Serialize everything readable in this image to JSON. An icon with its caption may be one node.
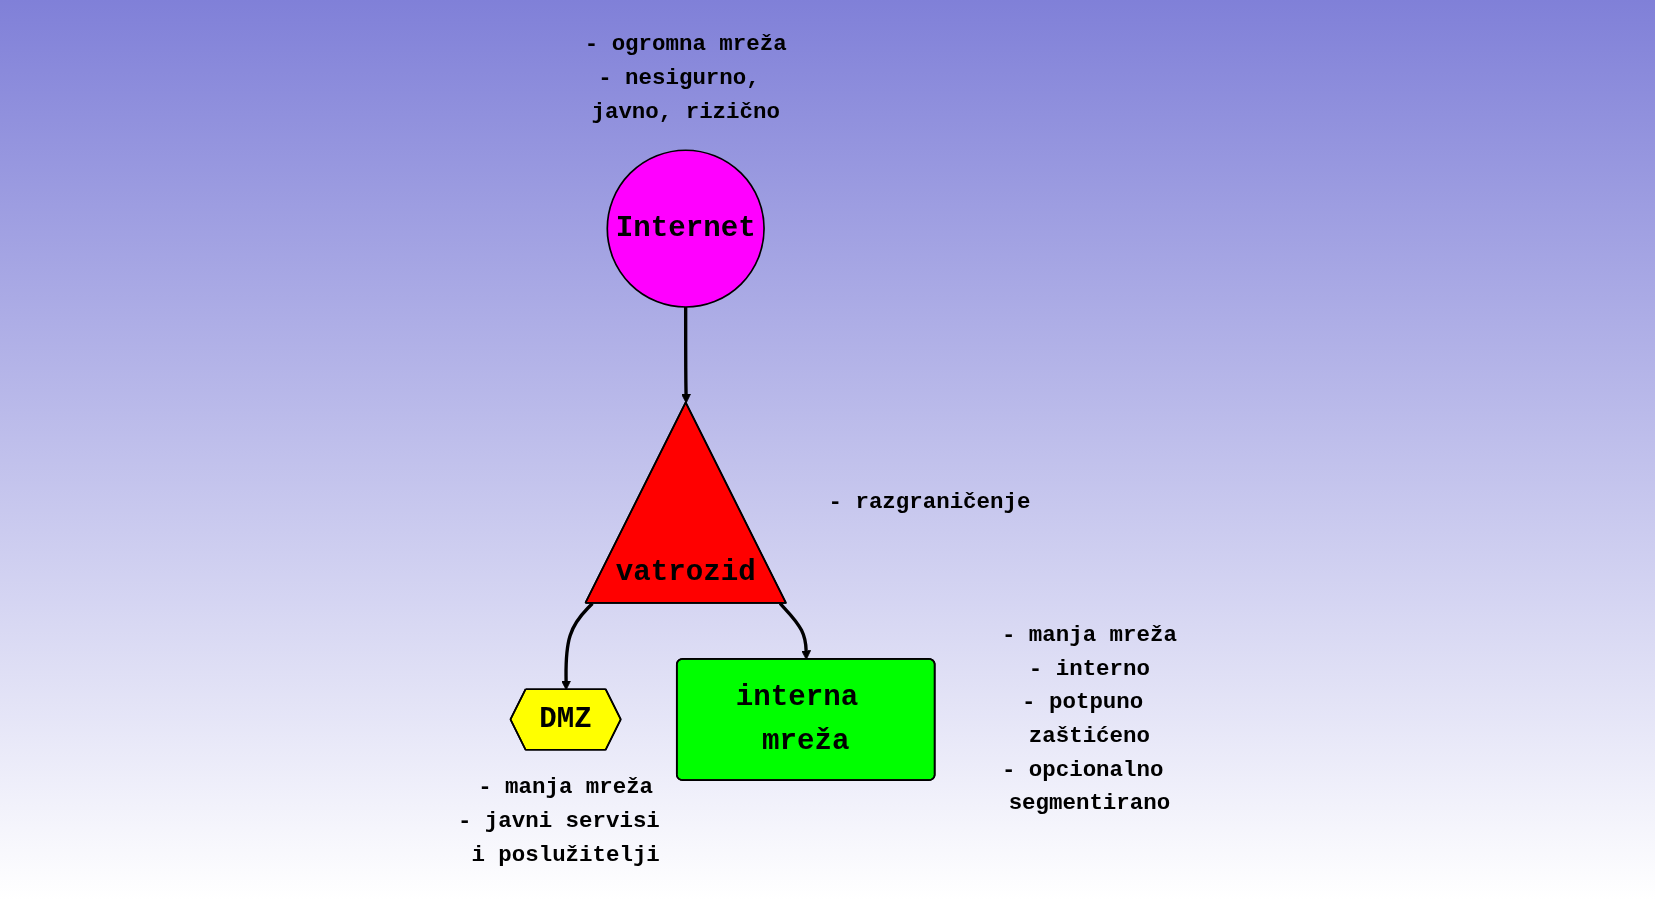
{
  "diagram": {
    "nodes": [
      {
        "text": [
          "vatrozid"
        ],
        "beside": [
          "- razgraničenje"
        ]
      },
      {
        "text": [
          "Internet"
        ],
        "beside": [
          "- ogromna mreža",
          "- nesigurno, javno, rizično"
        ]
      },
      {
        "text": [
          "DMZ"
        ],
        "beside": [
          "- manja mreža",
          "- javni servisi i poslužitelji"
        ]
      },
      {
        "text": [
          "interna mreža"
        ],
        "beside": [
          "- manja mreža",
          "- interno",
          "- potpuno zaštićeno",
          "- opcionalno segmentirano"
        ]
      }
    ],
    "edges": [
      {
        "from": 1,
        "to": 0,
        "arrow": "to"
      },
      {
        "from": 0,
        "to": 2,
        "arrow": "to"
      },
      {
        "from": 0,
        "to": 3,
        "arrow": "to"
      }
    ]
  }
}
